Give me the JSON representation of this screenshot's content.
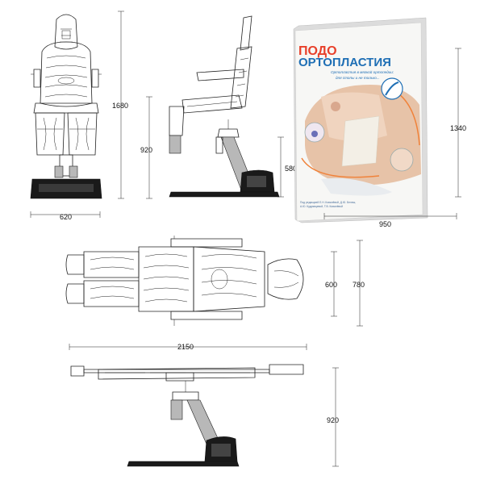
{
  "dimensions": {
    "front_height": "1680",
    "front_seat_height": "920",
    "front_width": "620",
    "side_pedestal_height": "580",
    "book_height": "1340",
    "book_width": "950",
    "top_width": "600",
    "top_armrest_width": "780",
    "top_length": "2150",
    "flat_height": "920"
  },
  "book": {
    "title_line1": "ПОДО",
    "title_line2": "ОРТОПЛАСТИЯ",
    "subtitle_line1": "Ортопластия в мягкой ортопедии:",
    "subtitle_line2": "для стопы и не только...",
    "authors_line1": "Под редакцией Е.Н. Ковалёвой, Д.Ю. Белеш,",
    "authors_line2": "А.Ю. Кудрявцевой, Т.В. Ковалёвой"
  },
  "colors": {
    "title_red": "#e8402a",
    "title_blue": "#1f6fb5",
    "frame_orange": "#f0823a",
    "book_page": "#f7f7f5",
    "line": "#222222"
  }
}
